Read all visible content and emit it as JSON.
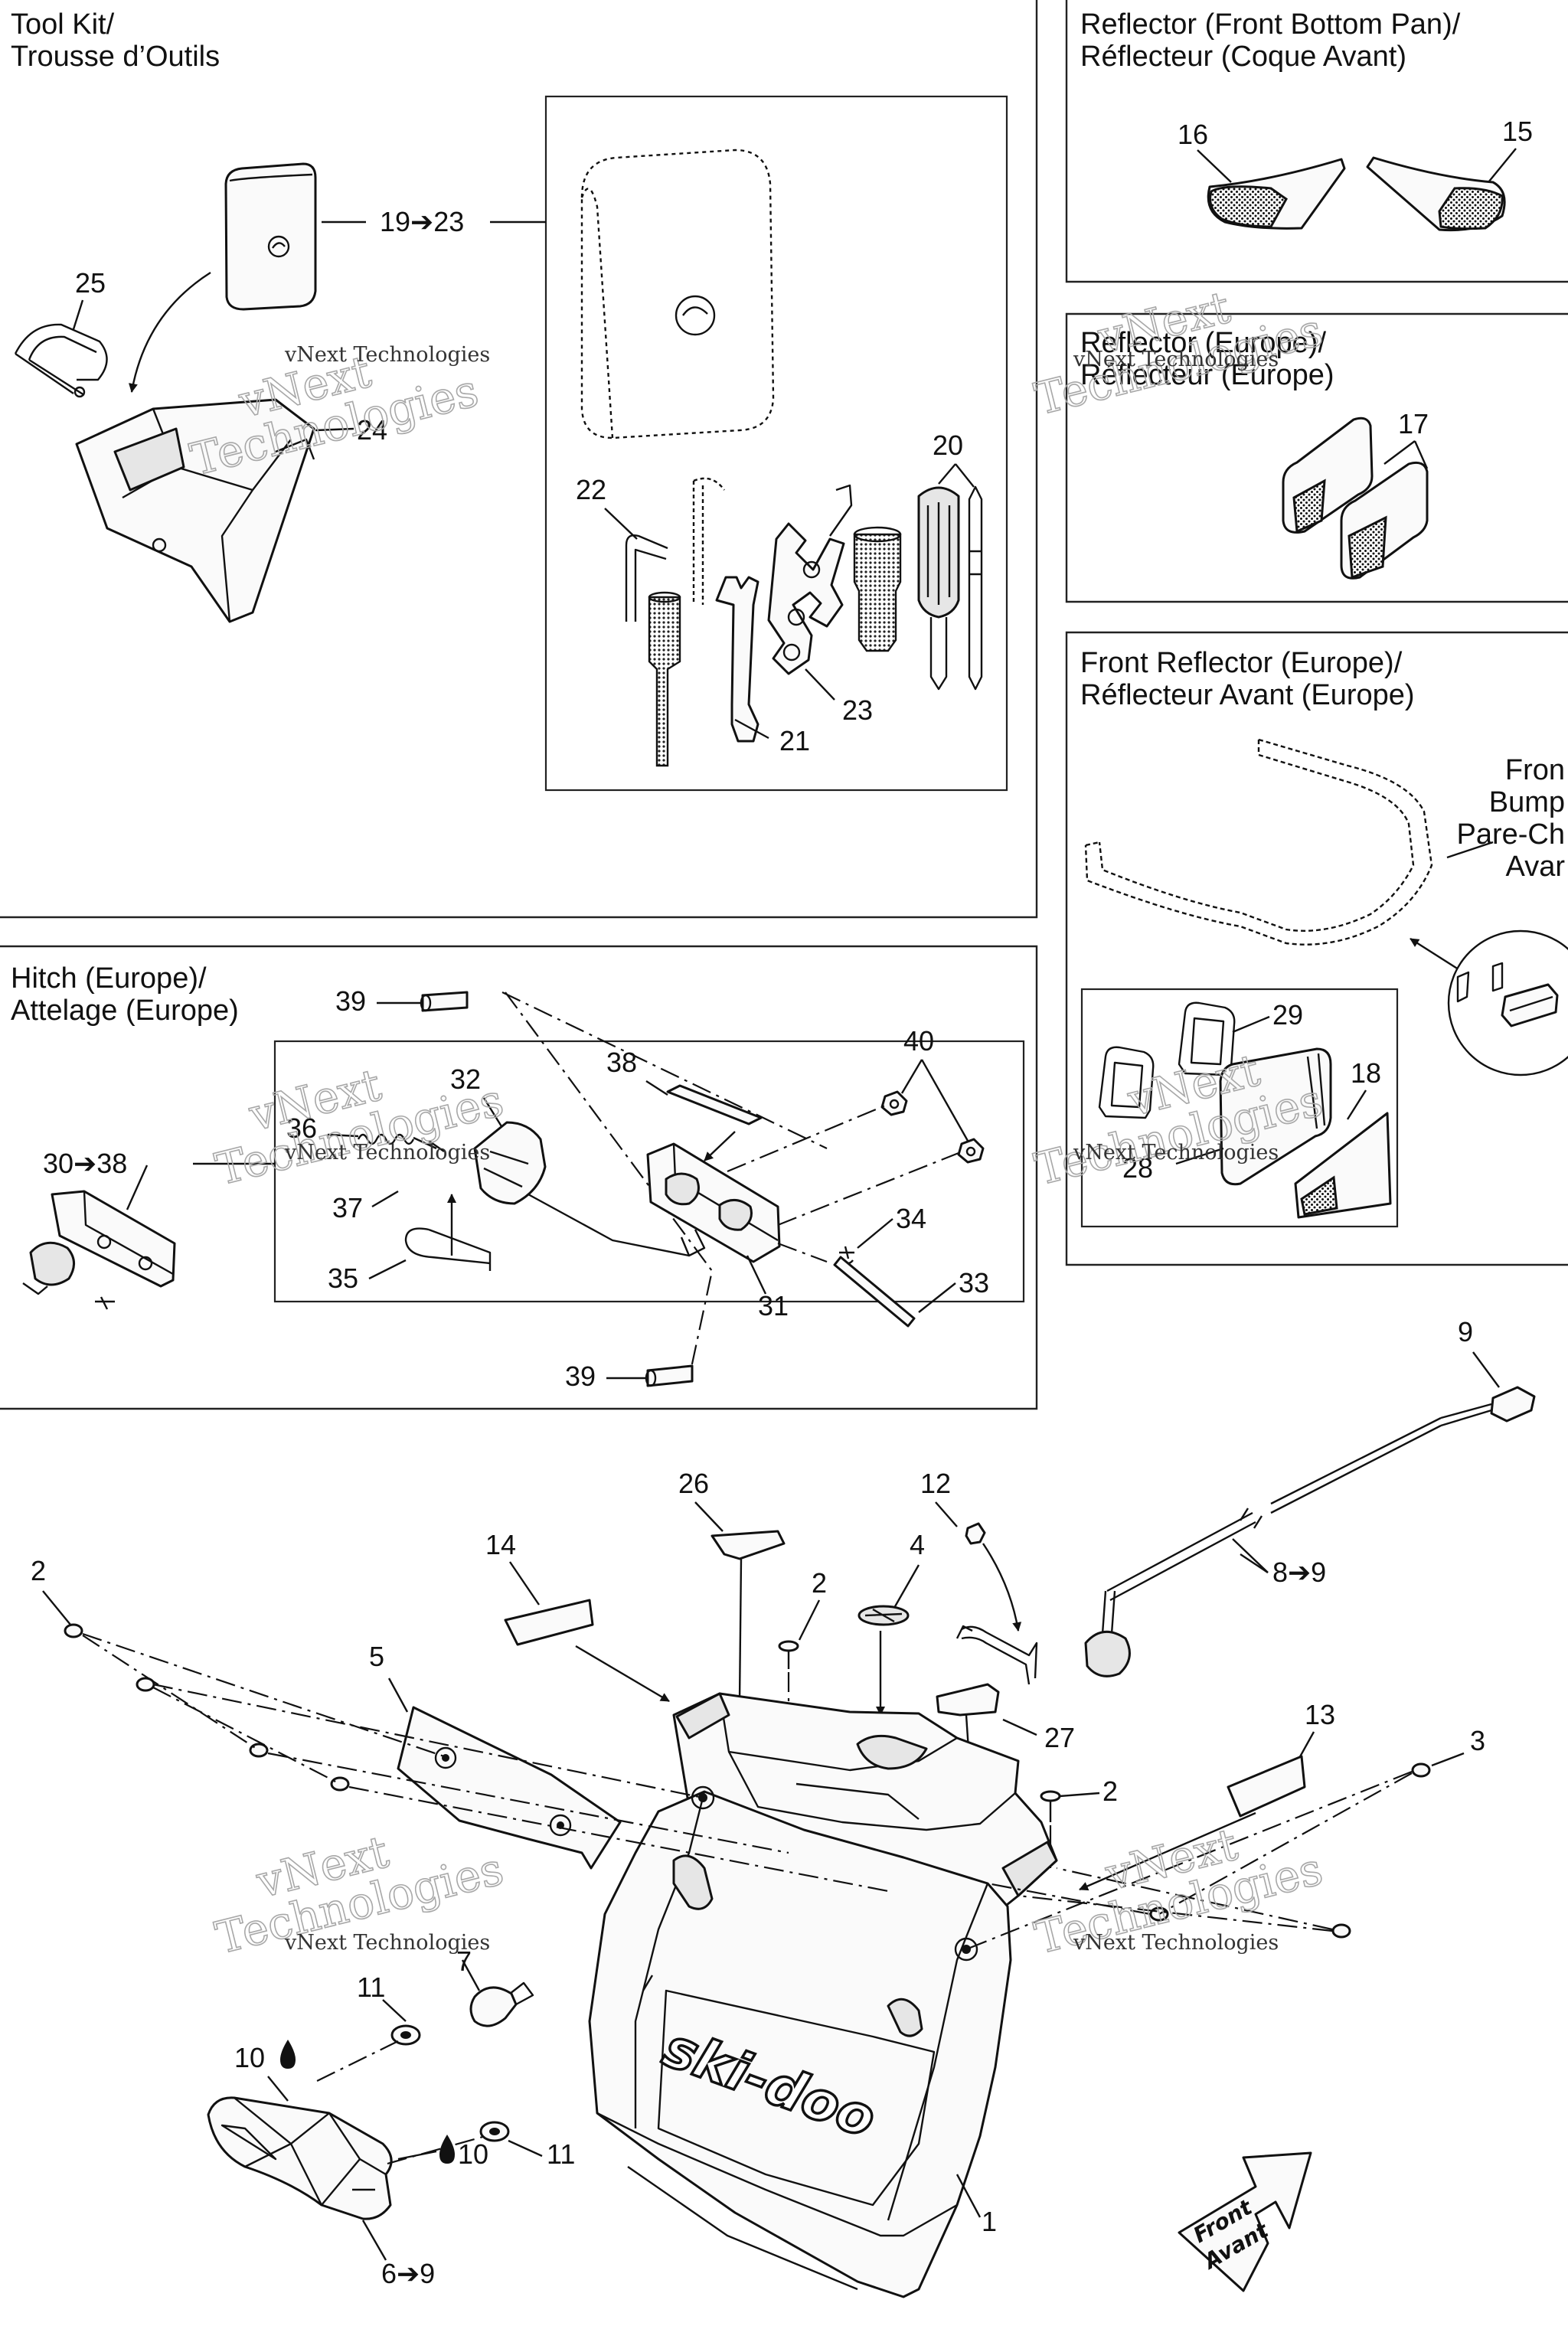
{
  "sections": {
    "tool_kit": {
      "title_line1": "Tool Kit/",
      "title_line2": "Trousse d’Outils"
    },
    "reflector_front_bottom_pan": {
      "title_line1": "Reflector (Front Bottom Pan)/",
      "title_line2": "Réflecteur (Coque Avant)"
    },
    "reflector_europe": {
      "title_line1": "Reflector (Europe)/",
      "title_line2": "Réflecteur (Europe)"
    },
    "front_reflector_europe": {
      "title_line1": "Front Reflector (Europe)/",
      "title_line2": "Réflecteur Avant (Europe)"
    },
    "hitch_europe": {
      "title_line1": "Hitch (Europe)/",
      "title_line2": "Attelage (Europe)"
    }
  },
  "front_bumper_label": {
    "line1": "Fron",
    "line2": "Bump",
    "line3": "Pare-Ch",
    "line4": "Avar"
  },
  "callouts": {
    "c1": "1",
    "c2a": "2",
    "c2b": "2",
    "c2c": "2",
    "c3": "3",
    "c4": "4",
    "c5": "5",
    "c6_9": "6➔9",
    "c7": "7",
    "c8_9": "8➔9",
    "c9": "9",
    "c10a": "10",
    "c10b": "10",
    "c11a": "11",
    "c11b": "11",
    "c12": "12",
    "c13": "13",
    "c14": "14",
    "c15": "15",
    "c16": "16",
    "c17": "17",
    "c18": "18",
    "c19_23": "19➔23",
    "c20": "20",
    "c21": "21",
    "c22": "22",
    "c23": "23",
    "c24": "24",
    "c25": "25",
    "c26": "26",
    "c27": "27",
    "c28": "28",
    "c29": "29",
    "c30_38": "30➔38",
    "c31": "31",
    "c32": "32",
    "c33": "33",
    "c34": "34",
    "c35": "35",
    "c36": "36",
    "c37": "37",
    "c38": "38",
    "c39a": "39",
    "c39b": "39",
    "c40": "40"
  },
  "brand_logo": "ski-doo",
  "front_badge": {
    "line1": "Front",
    "line2": "Avant"
  },
  "watermark": {
    "line1": "vNext",
    "line2": "Technologies",
    "small": "vNext Technologies"
  },
  "icons": {
    "fluid_drop": "drop-icon",
    "arrow": "arrow-right-icon"
  }
}
